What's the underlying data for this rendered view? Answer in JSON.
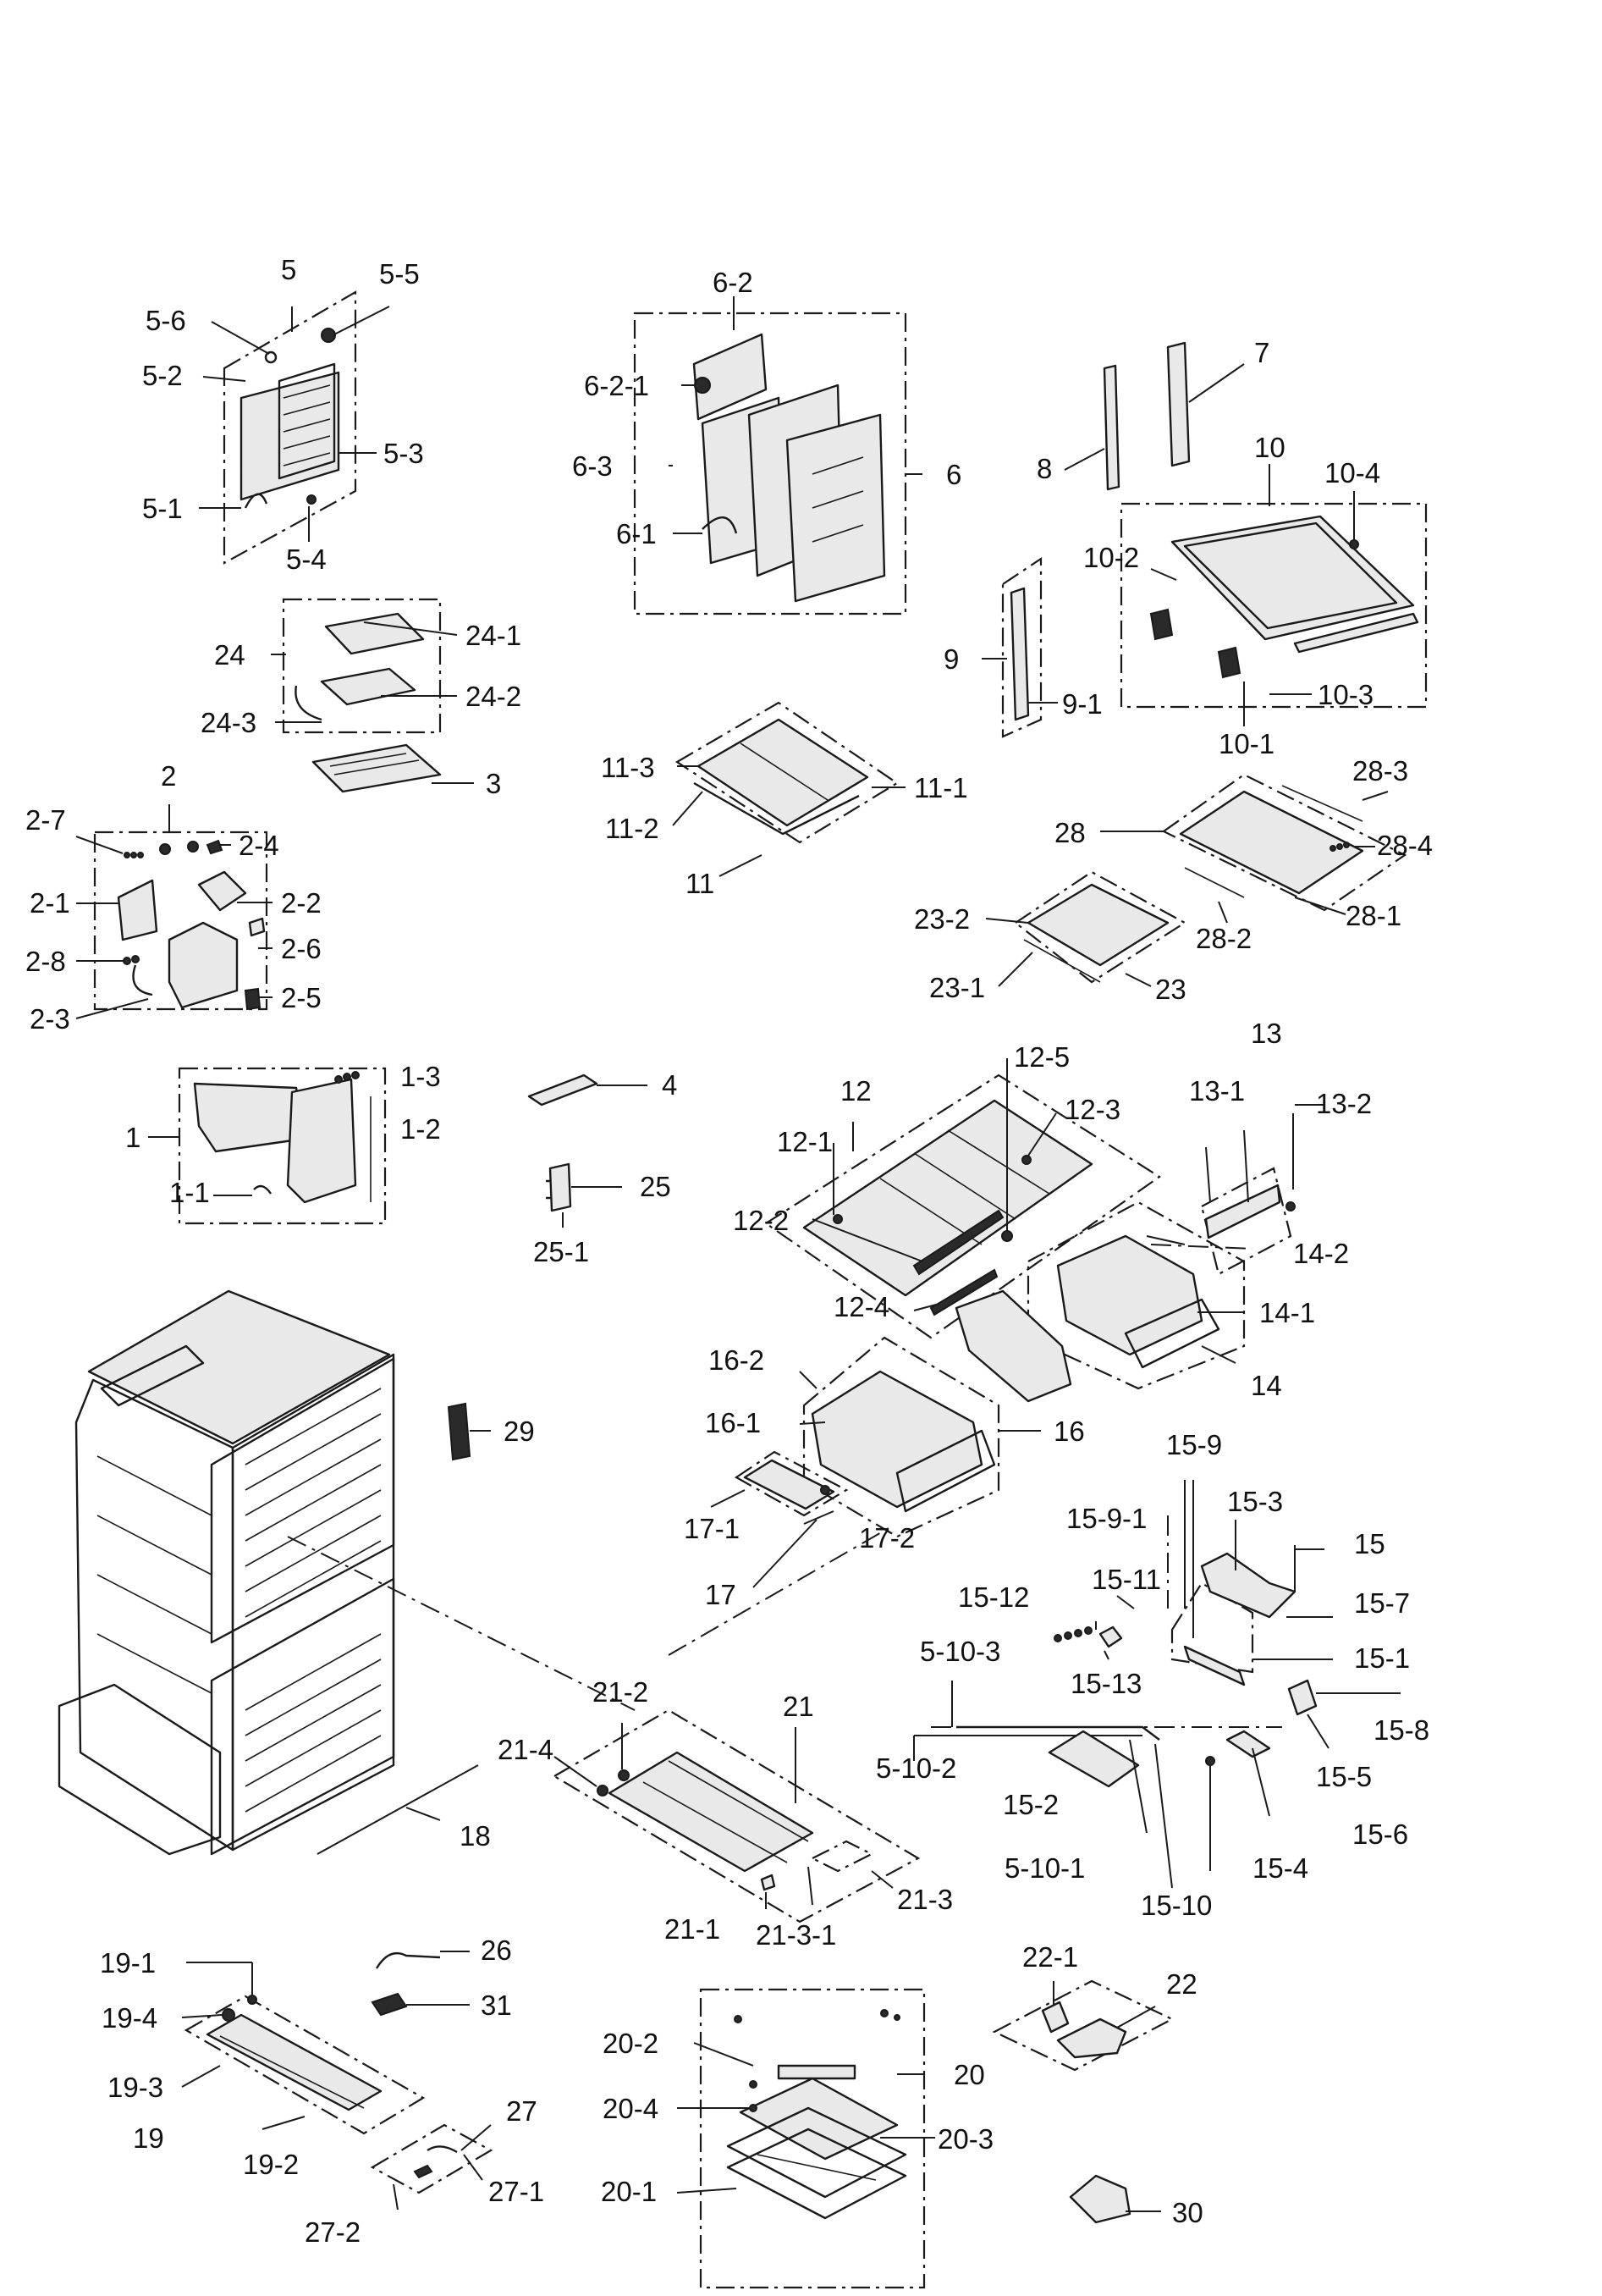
{
  "labels": {
    "l5": "5",
    "l5_5": "5-5",
    "l5_6": "5-6",
    "l5_2": "5-2",
    "l5_3": "5-3",
    "l5_1": "5-1",
    "l5_4": "5-4",
    "l6_2": "6-2",
    "l6_2_1": "6-2-1",
    "l6_3": "6-3",
    "l6": "6",
    "l6_1": "6-1",
    "l7": "7",
    "l8": "8",
    "l10": "10",
    "l10_4": "10-4",
    "l10_2": "10-2",
    "l9": "9",
    "l9_1": "9-1",
    "l10_3": "10-3",
    "l10_1": "10-1",
    "l24": "24",
    "l24_1": "24-1",
    "l24_2": "24-2",
    "l24_3": "24-3",
    "l3": "3",
    "l2": "2",
    "l2_7": "2-7",
    "l2_4": "2-4",
    "l2_1": "2-1",
    "l2_2": "2-2",
    "l2_8": "2-8",
    "l2_6": "2-6",
    "l2_5": "2-5",
    "l2_3": "2-3",
    "l11_3": "11-3",
    "l11_1": "11-1",
    "l11_2": "11-2",
    "l11": "11",
    "l28_3": "28-3",
    "l28": "28",
    "l28_4": "28-4",
    "l28_1": "28-1",
    "l28_2": "28-2",
    "l23_2": "23-2",
    "l23_1": "23-1",
    "l23": "23",
    "l1": "1",
    "l1_3": "1-3",
    "l1_2": "1-2",
    "l1_1": "1-1",
    "l4": "4",
    "l25": "25",
    "l25_1": "25-1",
    "l12_5": "12-5",
    "l12": "12",
    "l12_1": "12-1",
    "l12_3": "12-3",
    "l12_2": "12-2",
    "l12_4": "12-4",
    "l13": "13",
    "l13_1": "13-1",
    "l13_2": "13-2",
    "l14_2": "14-2",
    "l14_1": "14-1",
    "l14": "14",
    "l16_2": "16-2",
    "l16_1": "16-1",
    "l16": "16",
    "l29": "29",
    "l17_1": "17-1",
    "l17_2": "17-2",
    "l17": "17",
    "l15_9": "15-9",
    "l15_9_1": "15-9-1",
    "l15_3": "15-3",
    "l15": "15",
    "l15_12": "15-12",
    "l15_11": "15-11",
    "l15_7": "15-7",
    "l5_10_3": "5-10-3",
    "l15_1": "15-1",
    "l15_13": "15-13",
    "l15_8": "15-8",
    "l5_10_2": "5-10-2",
    "l15_5": "15-5",
    "l15_2": "15-2",
    "l15_6": "15-6",
    "l5_10_1": "5-10-1",
    "l15_4": "15-4",
    "l15_10": "15-10",
    "l21_2": "21-2",
    "l21": "21",
    "l21_4": "21-4",
    "l18": "18",
    "l21_3": "21-3",
    "l21_1": "21-1",
    "l21_3_1": "21-3-1",
    "l26": "26",
    "l19_1": "19-1",
    "l31": "31",
    "l19_4": "19-4",
    "l19_3": "19-3",
    "l19": "19",
    "l19_2": "19-2",
    "l27": "27",
    "l27_1": "27-1",
    "l27_2": "27-2",
    "l22_1": "22-1",
    "l22": "22",
    "l20_2": "20-2",
    "l20": "20",
    "l20_4": "20-4",
    "l20_3": "20-3",
    "l20_1": "20-1",
    "l30": "30"
  }
}
